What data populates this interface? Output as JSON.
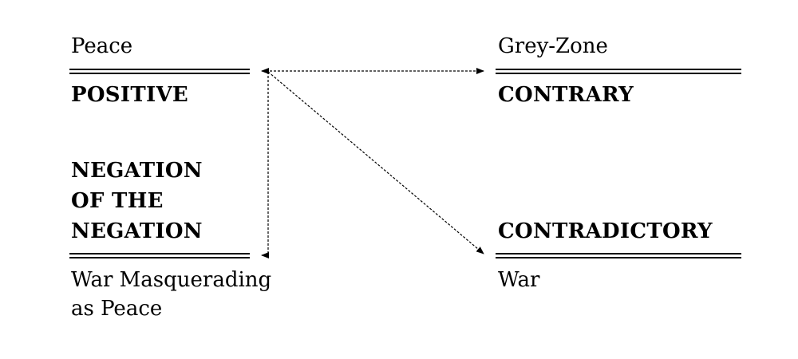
{
  "diagram": {
    "type": "semiotic-square",
    "corners": {
      "top_left": {
        "term": "POSITIVE",
        "caption": "Peace"
      },
      "top_right": {
        "term": "CONTRARY",
        "caption": "Grey-Zone"
      },
      "bottom_left": {
        "term_lines": [
          "NEGATION",
          "OF THE",
          "NEGATION"
        ],
        "caption_lines": [
          "War Masquerading",
          "as Peace"
        ]
      },
      "bottom_right": {
        "term": "CONTRADICTORY",
        "caption": "War"
      }
    },
    "relations": [
      {
        "from": "top_left",
        "to": "top_right",
        "style": "dashed",
        "heads": "both"
      },
      {
        "from": "top_left",
        "to": "bottom_right",
        "style": "dashed",
        "heads": "end"
      },
      {
        "from": "top_left",
        "to": "bottom_left",
        "style": "dashed",
        "heads": "end"
      }
    ]
  }
}
